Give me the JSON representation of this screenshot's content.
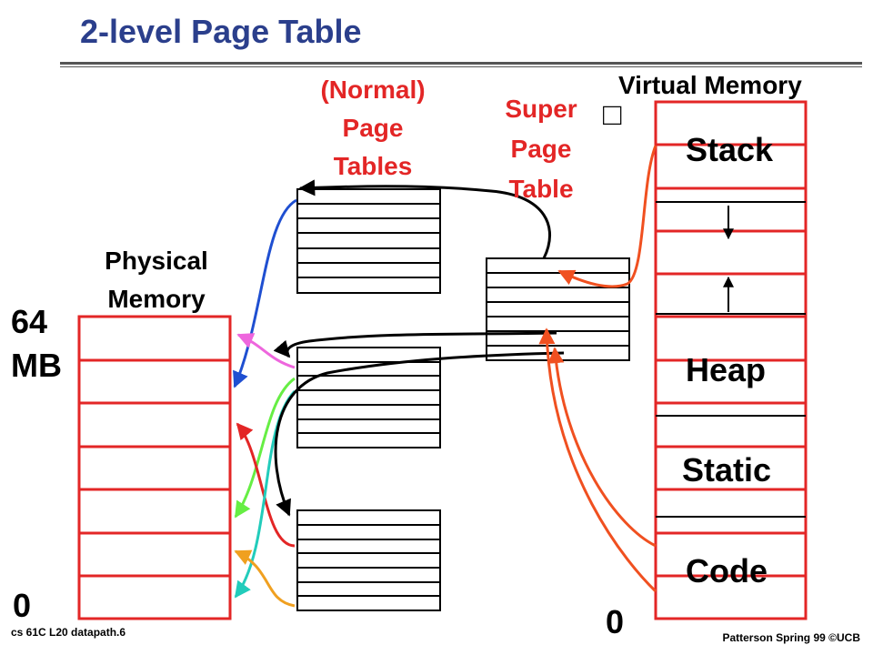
{
  "title": "2-level Page Table",
  "labels": {
    "normal_page_tables": [
      "(Normal)",
      "Page",
      "Tables"
    ],
    "super_page_table": [
      "Super",
      "Page",
      "Table"
    ],
    "virtual_memory": "Virtual Memory",
    "physical_memory": [
      "Physical",
      "Memory"
    ],
    "pm_top": [
      "64",
      "MB"
    ],
    "pm_bottom": "0",
    "vm_bottom": "0",
    "missing_glyph": "□"
  },
  "segments": {
    "stack": "Stack",
    "heap": "Heap",
    "static": "Static",
    "code": "Code"
  },
  "footer": {
    "left": "cs 61C  L20  datapath.6",
    "right": "Patterson  Spring 99 ©UCB"
  },
  "colors": {
    "title": "#2b3f8c",
    "red_label": "#e32626",
    "memory_border": "#e32626",
    "arrow_blue": "#1f4fd1",
    "arrow_pink": "#ee66dd",
    "arrow_green": "#66ee44",
    "arrow_red": "#e32626",
    "arrow_cyan": "#22ccbb",
    "arrow_orange": "#f0a020",
    "arrow_orangered": "#f05020",
    "arrow_black": "#000000"
  }
}
